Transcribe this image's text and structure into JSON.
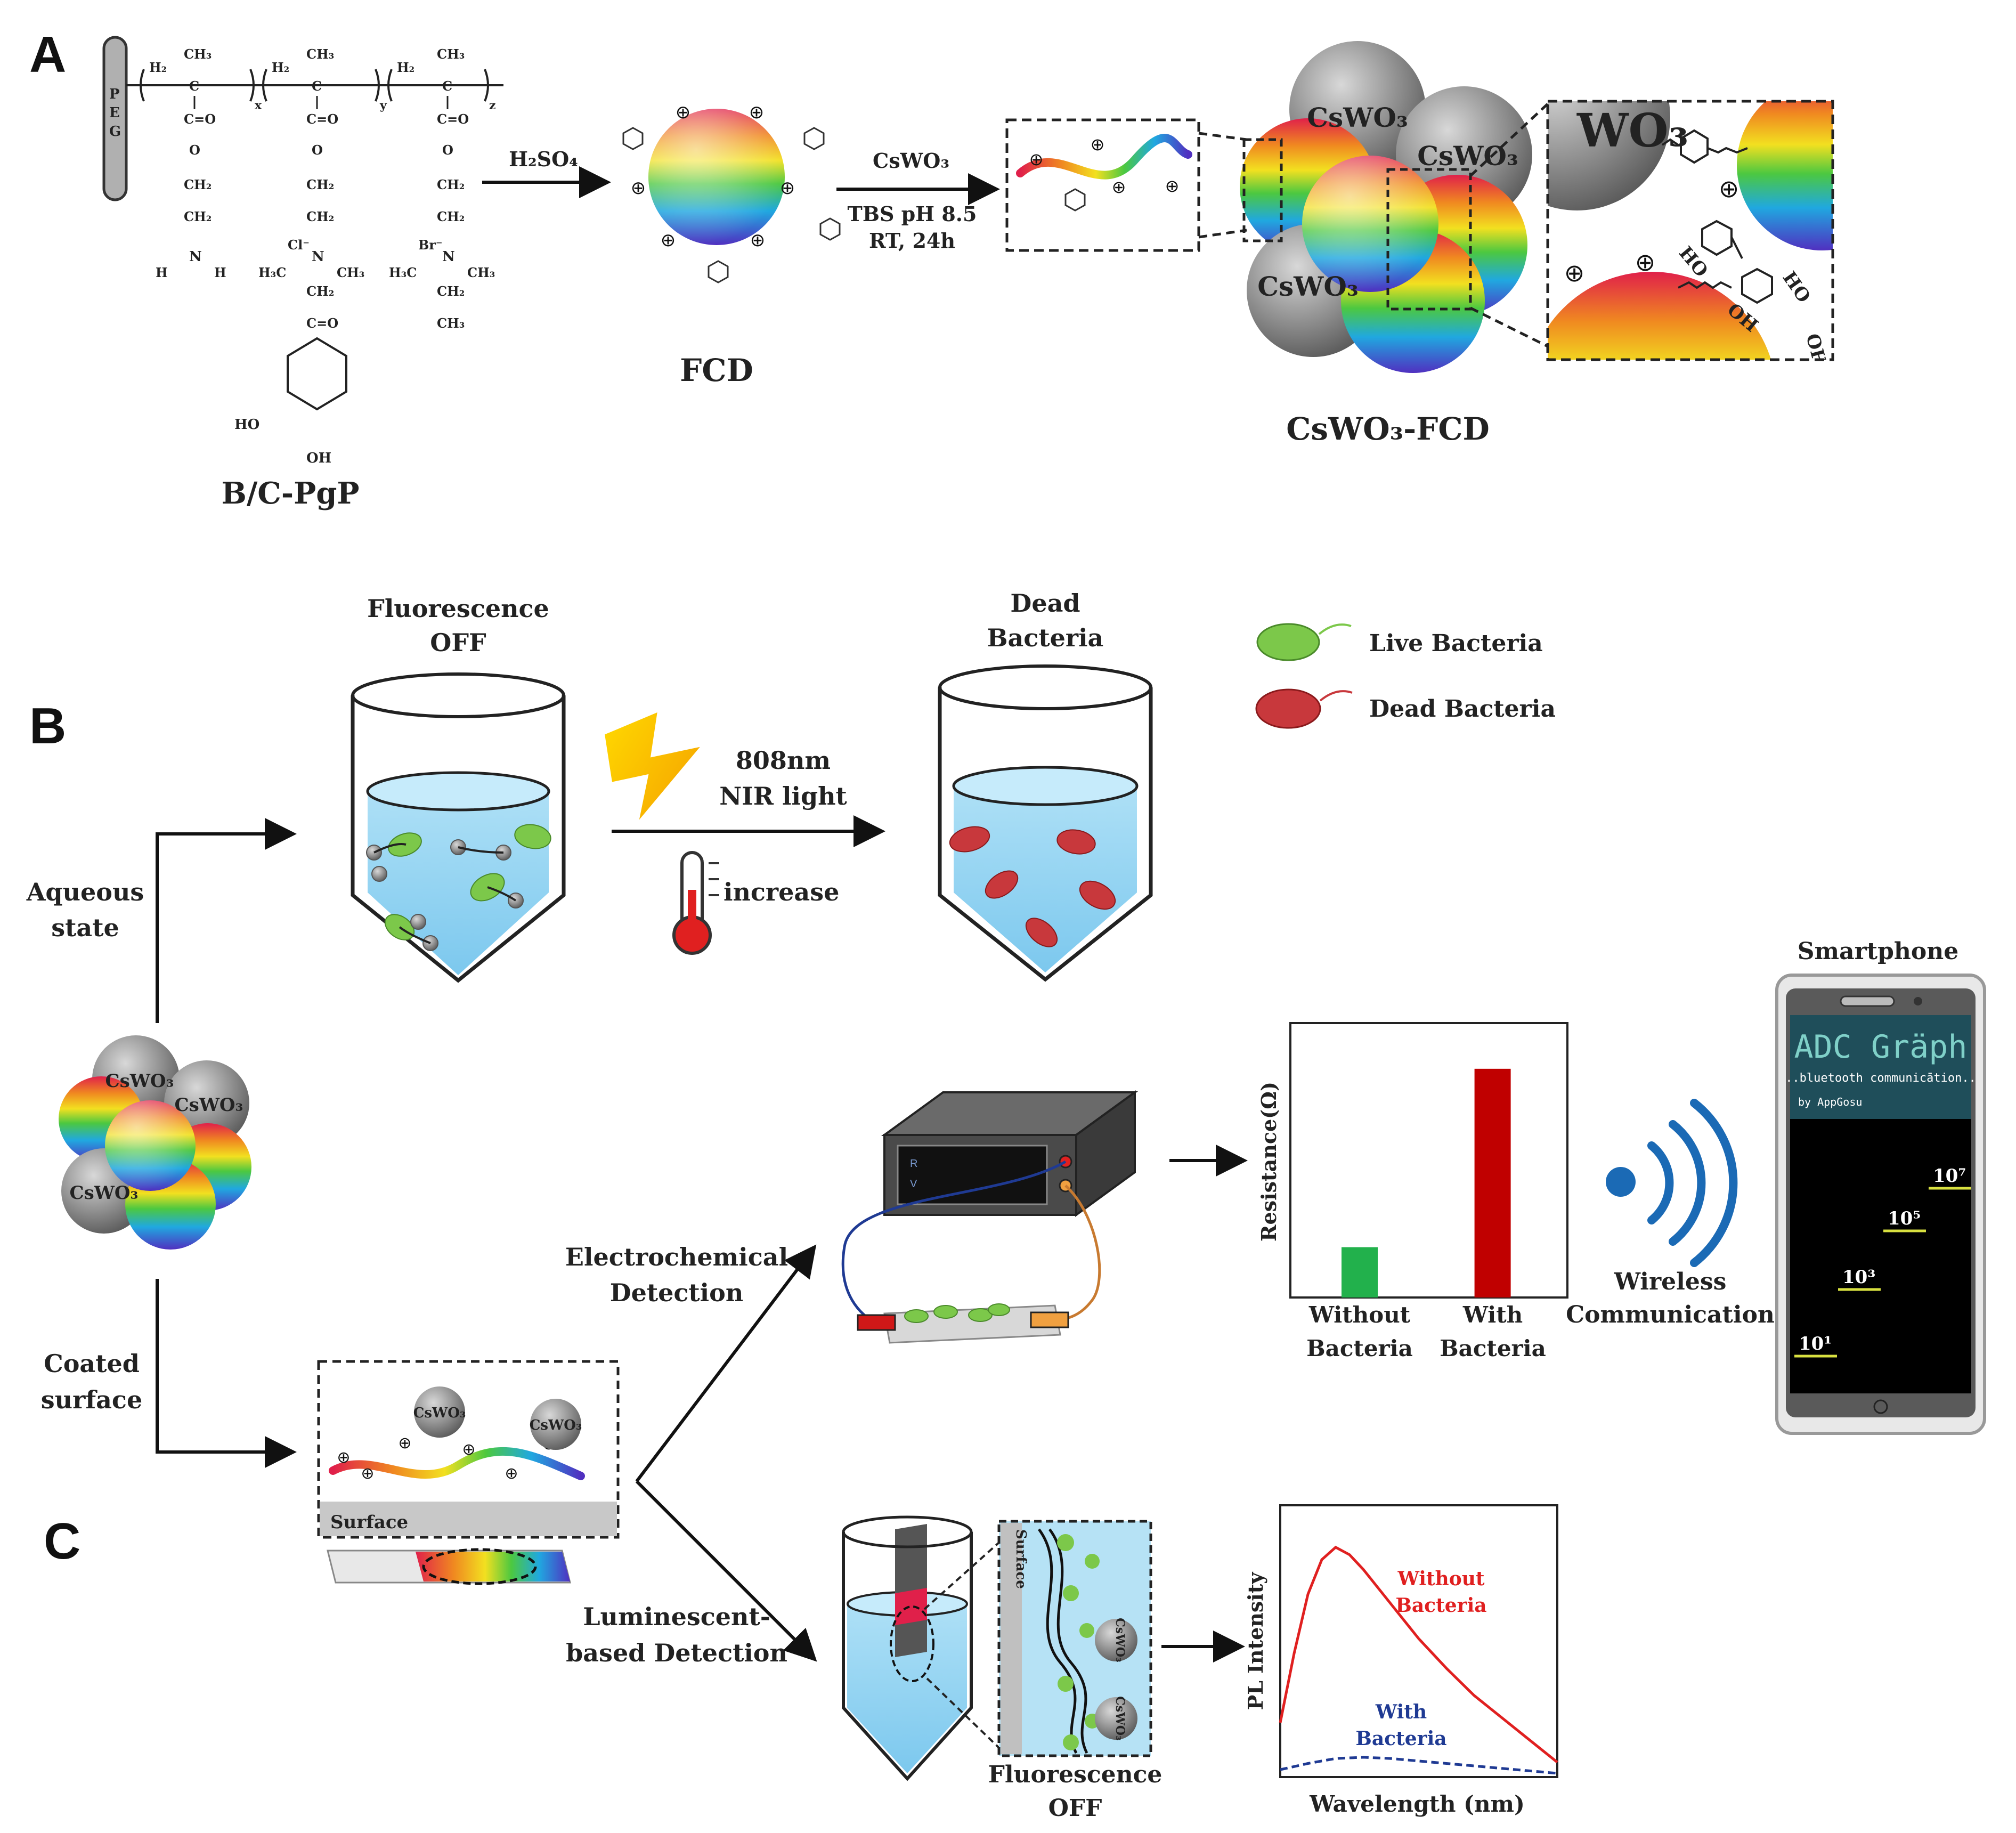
{
  "panels": {
    "a": "A",
    "b": "B",
    "c": "C"
  },
  "panel_a": {
    "peg": [
      "P",
      "E",
      "G"
    ],
    "polymer": {
      "units": [
        "H₂",
        "CH₃",
        "C",
        "C",
        "x",
        "y",
        "z",
        "C=O",
        "O",
        "CH₂",
        "N",
        "H",
        "Cl⁻",
        "Br⁻",
        "H₃C",
        "CH₃",
        "HO",
        "OH"
      ],
      "label": "B/C-PgP"
    },
    "reagent_1": "H₂SO₄",
    "fcd_label": "FCD",
    "reagent_2_lines": [
      "CsWO₃",
      "TBS pH 8.5",
      "RT, 24h"
    ],
    "cluster_labels": [
      "CsWO₃",
      "CsWO₃",
      "CsWO₃"
    ],
    "cluster_caption": "CsWO₃-FCD",
    "zoom_label": "WO₃",
    "zoom_hydroxyls": [
      "HO",
      "OH",
      "HO",
      "OH"
    ]
  },
  "panel_b": {
    "beaker1_title_lines": [
      "Fluorescence",
      "OFF"
    ],
    "light_lines": [
      "808nm",
      "NIR light"
    ],
    "thermo_label": "increase",
    "beaker2_title_lines": [
      "Dead",
      "Bacteria"
    ],
    "legend": {
      "live": "Live Bacteria",
      "dead": "Dead Bacteria"
    },
    "aqueous_lines": [
      "Aqueous",
      "state"
    ],
    "cluster_labels": [
      "CsWO₃",
      "CsWO₃",
      "CsWO₃"
    ],
    "coated_lines": [
      "Coated",
      "surface"
    ],
    "surface_label": "Surface",
    "surface_cswo3": [
      "CsWO₃",
      "CsWO₃"
    ],
    "electro_lines": [
      "Electrochemical",
      "Detection"
    ],
    "meter_display": [
      "R",
      "V"
    ],
    "wireless_lines": [
      "Wireless",
      "Communication"
    ],
    "smartphone": {
      "title": "Smartphone",
      "app_name": "ADC Gräph",
      "app_sub": "..bluetooth communicātion..",
      "app_by": "by AppGosu",
      "levels": [
        "10¹",
        "10³",
        "10⁵",
        "10⁷"
      ]
    }
  },
  "panel_c": {
    "lum_lines": [
      "Luminescent-",
      "based Detection"
    ],
    "surface_label": "Surface",
    "cswo3_labels": [
      "CsWO₃",
      "CsWO₃"
    ],
    "fluor_lines": [
      "Fluorescence",
      "OFF"
    ]
  },
  "colors": {
    "live_bacteria": "#7cc84a",
    "dead_bacteria": "#c8383c",
    "bar_without": "#22b14c",
    "bar_with": "#c00000",
    "pl_without": "#e02020",
    "pl_with": "#1f3a93",
    "wifi": "#1b6ab5"
  },
  "chart_data": [
    {
      "type": "bar",
      "ylabel": "Resistance(Ω)",
      "categories": [
        [
          "Without",
          "Bacteria"
        ],
        [
          "With",
          "Bacteria"
        ]
      ],
      "values": [
        0.22,
        1.0
      ],
      "ylim": [
        0,
        1.2
      ],
      "grid": false
    },
    {
      "type": "line",
      "xlabel": "Wavelength (nm)",
      "ylabel": "PL Intensity",
      "ylim": [
        0,
        1.1
      ],
      "series": [
        {
          "name_lines": [
            "Without",
            "Bacteria"
          ],
          "style": "solid",
          "x": [
            0,
            0.05,
            0.1,
            0.15,
            0.2,
            0.25,
            0.3,
            0.4,
            0.5,
            0.6,
            0.7,
            0.8,
            0.9,
            1.0
          ],
          "y": [
            0.22,
            0.5,
            0.74,
            0.88,
            0.93,
            0.9,
            0.84,
            0.7,
            0.56,
            0.44,
            0.33,
            0.24,
            0.15,
            0.06
          ]
        },
        {
          "name_lines": [
            "With",
            "Bacteria"
          ],
          "style": "dashed",
          "x": [
            0,
            0.1,
            0.2,
            0.3,
            0.4,
            0.5,
            0.6,
            0.7,
            0.8,
            0.9,
            1.0
          ],
          "y": [
            0.03,
            0.055,
            0.075,
            0.08,
            0.075,
            0.065,
            0.055,
            0.045,
            0.035,
            0.025,
            0.015
          ]
        }
      ]
    }
  ]
}
